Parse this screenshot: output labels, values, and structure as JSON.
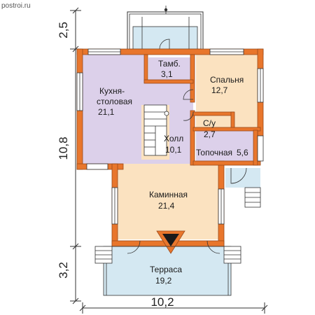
{
  "watermark": "postroi.ru",
  "colors": {
    "wall": "#e8762c",
    "wall_edge": "#9a4a1a",
    "kitchen": "#dcd0ea",
    "bedroom": "#fbe2c0",
    "hall": "#fbe2c0",
    "fireplace_room": "#fbe2c0",
    "terrace": "#d4e8f2",
    "porch": "#d4e8f2",
    "window": "#ffffff",
    "dimension_line": "#333333"
  },
  "rooms": {
    "vestibule": {
      "name": "Тамб.",
      "area": "3,1"
    },
    "bedroom": {
      "name": "Спальня",
      "area": "12,7"
    },
    "kitchen": {
      "name_line1": "Кухня-",
      "name_line2": "столовая",
      "area": "21,1"
    },
    "bathroom": {
      "name": "С/у",
      "area": "2,7"
    },
    "hall": {
      "name": "Холл",
      "area": "10,1"
    },
    "boiler": {
      "name": "Топочная",
      "area": "5,6"
    },
    "fireplace": {
      "name": "Каминная",
      "area": "21,4"
    },
    "terrace": {
      "name": "Терраса",
      "area": "19,2"
    }
  },
  "dimensions": {
    "porch_depth": "2,5",
    "house_depth": "10,8",
    "terrace_depth": "3,2",
    "width": "10,2"
  }
}
